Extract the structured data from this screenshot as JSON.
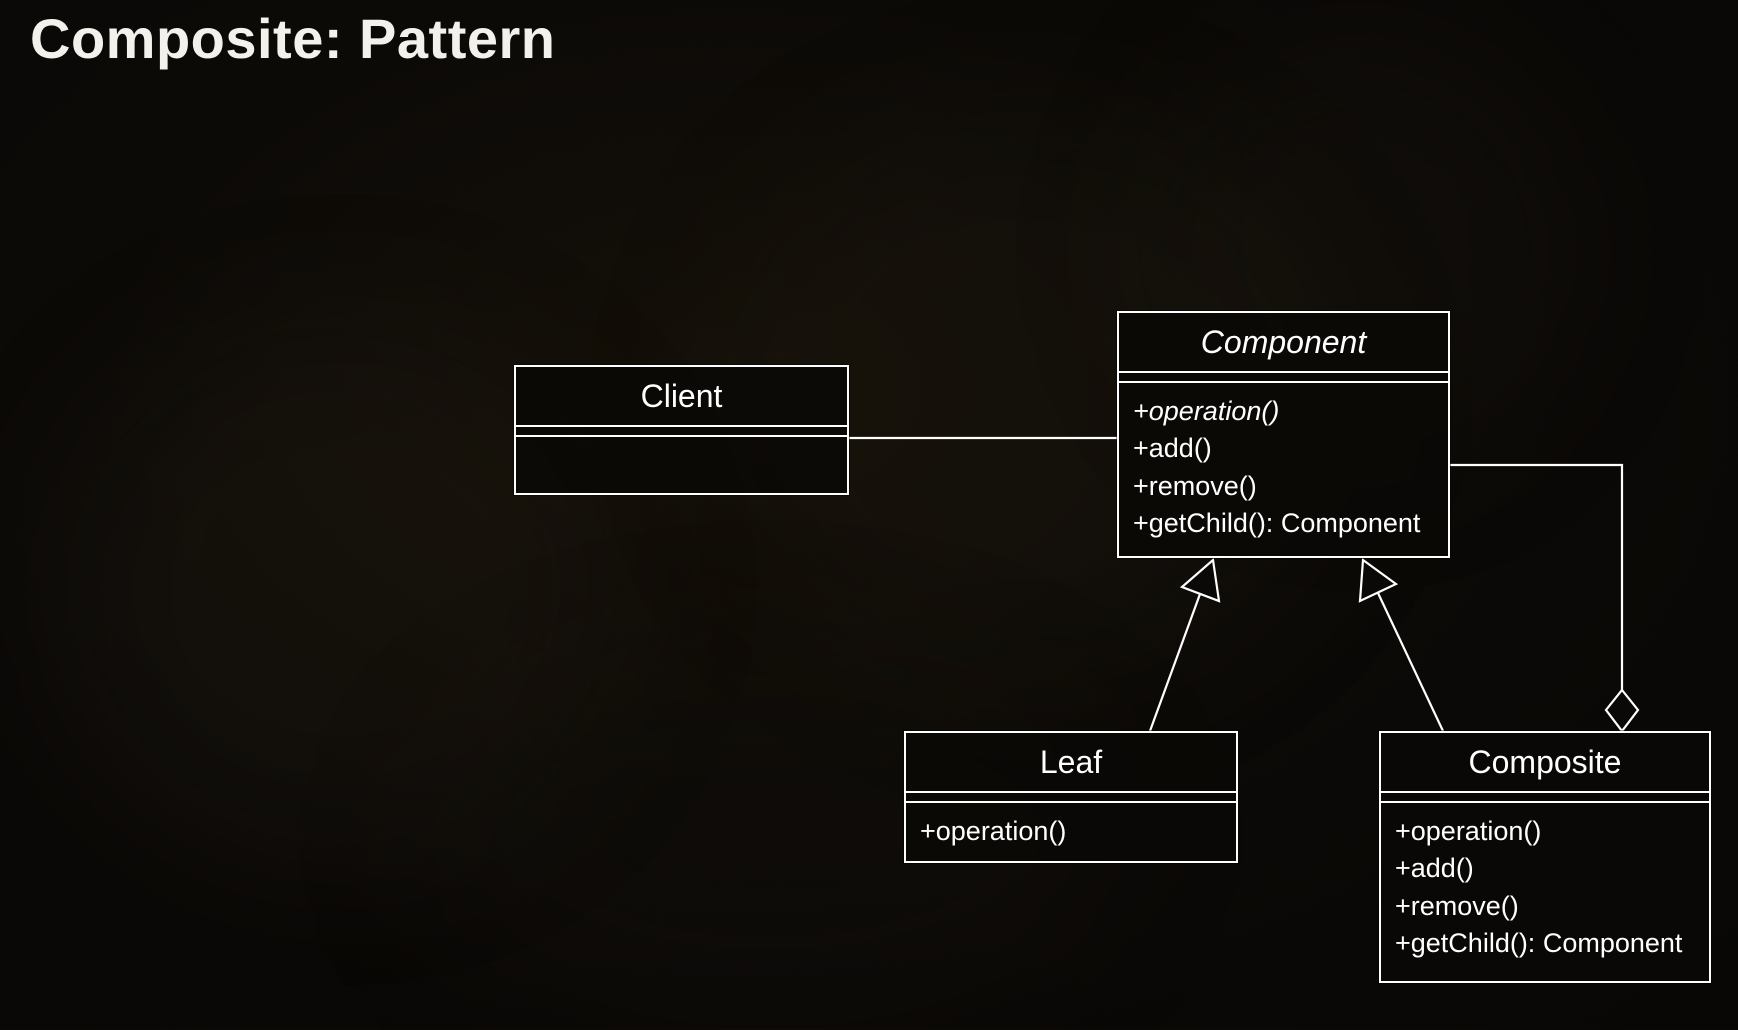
{
  "slide": {
    "title": "Composite: Pattern"
  },
  "colors": {
    "background": "#0b0907",
    "line": "#ffffff",
    "text": "#ffffff",
    "title_text": "#f3f1ec"
  },
  "diagram": {
    "type": "uml-class-diagram",
    "classes": {
      "client": {
        "name": "Client",
        "abstract": false,
        "methods": []
      },
      "component": {
        "name": "Component",
        "abstract": true,
        "methods": [
          "+operation()",
          "+add()",
          "+remove()",
          "+getChild(): Component"
        ]
      },
      "leaf": {
        "name": "Leaf",
        "abstract": false,
        "methods": [
          "+operation()"
        ]
      },
      "composite": {
        "name": "Composite",
        "abstract": false,
        "methods": [
          "+operation()",
          "+add()",
          "+remove()",
          "+getChild(): Component"
        ]
      }
    },
    "relationships": [
      {
        "from": "Client",
        "to": "Component",
        "type": "association"
      },
      {
        "from": "Leaf",
        "to": "Component",
        "type": "generalization"
      },
      {
        "from": "Composite",
        "to": "Component",
        "type": "generalization"
      },
      {
        "from": "Composite",
        "to": "Component",
        "type": "aggregation"
      }
    ]
  }
}
